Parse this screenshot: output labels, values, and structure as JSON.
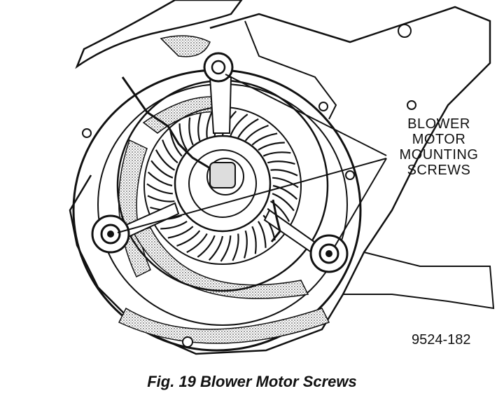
{
  "figure": {
    "callout_lines": [
      "BLOWER",
      "MOTOR",
      "MOUNTING",
      "SCREWS"
    ],
    "part_number": "9524-182",
    "caption": "Fig. 19 Blower Motor Screws"
  },
  "colors": {
    "ink": "#111111",
    "paper": "#ffffff",
    "shade": "#9a9a9a"
  }
}
